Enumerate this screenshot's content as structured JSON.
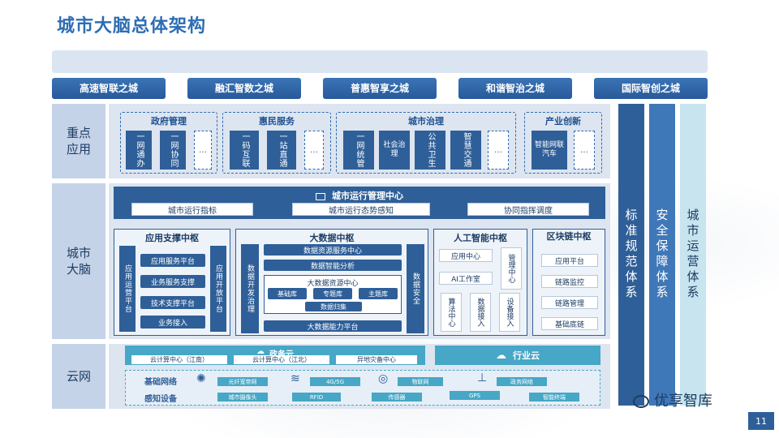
{
  "title": "城市大脑总体架构",
  "cities": [
    "高速智联之城",
    "融汇智数之城",
    "普惠智享之城",
    "和谐智治之城",
    "国际智创之城"
  ],
  "rows": {
    "app": "重点\n应用",
    "brain": "城市\n大脑",
    "net": "云网"
  },
  "app_groups": [
    {
      "title": "政府管理",
      "items": [
        "一网通办",
        "一网协同",
        "…"
      ]
    },
    {
      "title": "惠民服务",
      "items": [
        "一码互联",
        "一站直通",
        "…"
      ]
    },
    {
      "title": "城市治理",
      "items": [
        "一网统管",
        "社会治理",
        "公共卫生",
        "智慧交通",
        "…"
      ]
    },
    {
      "title": "产业创新",
      "items": [
        "智能网联汽车",
        "…"
      ]
    }
  ],
  "ops_center": {
    "title": "城市运行管理中心",
    "items": [
      "城市运行指标",
      "城市运行态势感知",
      "协同指挥调度"
    ]
  },
  "app_support": {
    "title": "应用支撑中枢",
    "left": "应用运营平台",
    "right": "应用开放平台",
    "items": [
      "应用服务平台",
      "业务服务支撑",
      "技术支撑平台",
      "业务接入"
    ]
  },
  "big_data": {
    "title": "大数据中枢",
    "left": "数据开发治理",
    "right": "数据安全",
    "service": "数据资源服务中心",
    "analysis": "数据智能分析",
    "resource_center": "大数据资源中心",
    "libs": [
      "基础库",
      "专题库",
      "主题库"
    ],
    "collect": "数据归集",
    "capability": "大数据能力平台"
  },
  "ai": {
    "title": "人工智能中枢",
    "items": [
      "应用中心",
      "AI工作室"
    ],
    "mgmt": "管理中心",
    "bottom": [
      "算法中心",
      "数据接入",
      "设备接入"
    ]
  },
  "blockchain": {
    "title": "区块链中枢",
    "items": [
      "应用平台",
      "链路监控",
      "链路管理",
      "基础底链"
    ]
  },
  "cloud": {
    "gov_title": "政务云",
    "gov_items": [
      "云计算中心（江南）",
      "云计算中心（江北）",
      "异地灾备中心"
    ],
    "industry": "行业云",
    "net_label": "基础网络",
    "sense_label": "感知设备",
    "net_items": [
      "光纤宽带网",
      "4G/5G",
      "物联网",
      "政务网络"
    ],
    "sense_items": [
      "城市摄像头",
      "RFID",
      "传感器",
      "GPS",
      "智能终端"
    ]
  },
  "columns": [
    "标准规范体系",
    "安全保障体系",
    "城市运营体系"
  ],
  "colors": {
    "dark": "#2f5f98",
    "mid": "#3f78b8",
    "light": "#c7e4ef"
  },
  "watermark": "优享智库",
  "page_number": "11"
}
